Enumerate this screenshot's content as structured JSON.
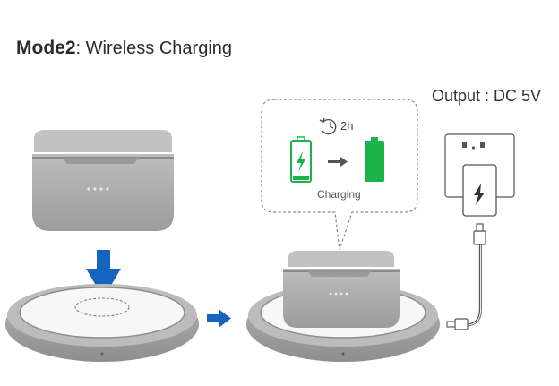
{
  "title": {
    "bold": "Mode2",
    "rest": ": Wireless Charging"
  },
  "output_label": "Output : DC 5V",
  "bubble": {
    "time": "2h",
    "status": "Charging"
  },
  "icons": [
    "down-arrow-icon",
    "right-arrow-icon",
    "clock-icon",
    "battery-low-icon",
    "battery-full-icon",
    "lightning-icon",
    "power-adapter-icon",
    "usb-cable-icon"
  ],
  "colors": {
    "arrow_blue": "#1565c0",
    "battery_green": "#1bb34a",
    "case_gray": "#a9a9a9",
    "pad_gray": "#999999"
  }
}
